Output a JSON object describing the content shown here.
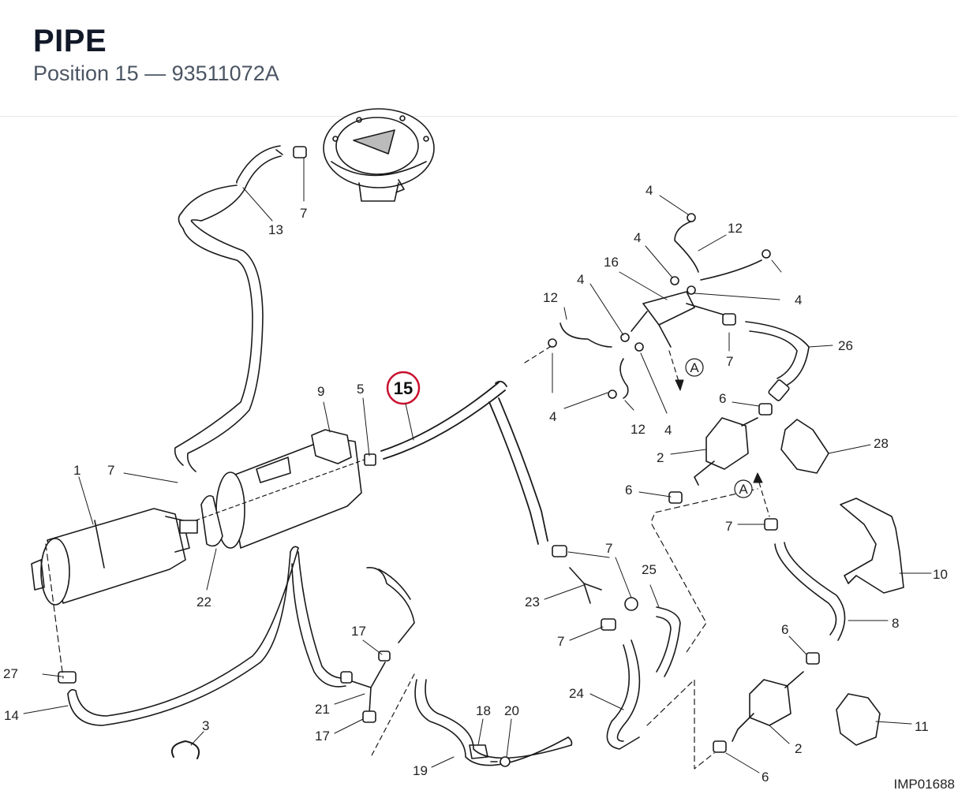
{
  "header": {
    "title": "PIPE",
    "subtitle": "Position 15 — 93511072A"
  },
  "highlight_label": "15",
  "marker_label": "A",
  "image_code": "IMP01688",
  "labels": [
    {
      "id": "l1",
      "text": "1"
    },
    {
      "id": "l7a",
      "text": "7"
    },
    {
      "id": "l13",
      "text": "13"
    },
    {
      "id": "l7b",
      "text": "7"
    },
    {
      "id": "l9",
      "text": "9"
    },
    {
      "id": "l5",
      "text": "5"
    },
    {
      "id": "l22",
      "text": "22"
    },
    {
      "id": "l27",
      "text": "27"
    },
    {
      "id": "l14",
      "text": "14"
    },
    {
      "id": "l3",
      "text": "3"
    },
    {
      "id": "l17a",
      "text": "17"
    },
    {
      "id": "l21",
      "text": "21"
    },
    {
      "id": "l17b",
      "text": "17"
    },
    {
      "id": "l18",
      "text": "18"
    },
    {
      "id": "l20",
      "text": "20"
    },
    {
      "id": "l19",
      "text": "19"
    },
    {
      "id": "l4a",
      "text": "4"
    },
    {
      "id": "l4b",
      "text": "4"
    },
    {
      "id": "l12a",
      "text": "12"
    },
    {
      "id": "l16",
      "text": "16"
    },
    {
      "id": "l4c",
      "text": "4"
    },
    {
      "id": "l4d",
      "text": "4"
    },
    {
      "id": "l12b",
      "text": "12"
    },
    {
      "id": "l7c",
      "text": "7"
    },
    {
      "id": "l26",
      "text": "26"
    },
    {
      "id": "l4e",
      "text": "4"
    },
    {
      "id": "l12c",
      "text": "12"
    },
    {
      "id": "l4f",
      "text": "4"
    },
    {
      "id": "l6a",
      "text": "6"
    },
    {
      "id": "l28",
      "text": "28"
    },
    {
      "id": "l2a",
      "text": "2"
    },
    {
      "id": "l6b",
      "text": "6"
    },
    {
      "id": "l7d",
      "text": "7"
    },
    {
      "id": "l10",
      "text": "10"
    },
    {
      "id": "l7e",
      "text": "7"
    },
    {
      "id": "l25",
      "text": "25"
    },
    {
      "id": "l23",
      "text": "23"
    },
    {
      "id": "l7f",
      "text": "7"
    },
    {
      "id": "l8",
      "text": "8"
    },
    {
      "id": "l6c",
      "text": "6"
    },
    {
      "id": "l24",
      "text": "24"
    },
    {
      "id": "l11",
      "text": "11"
    },
    {
      "id": "l2b",
      "text": "2"
    },
    {
      "id": "l6d",
      "text": "6"
    }
  ]
}
